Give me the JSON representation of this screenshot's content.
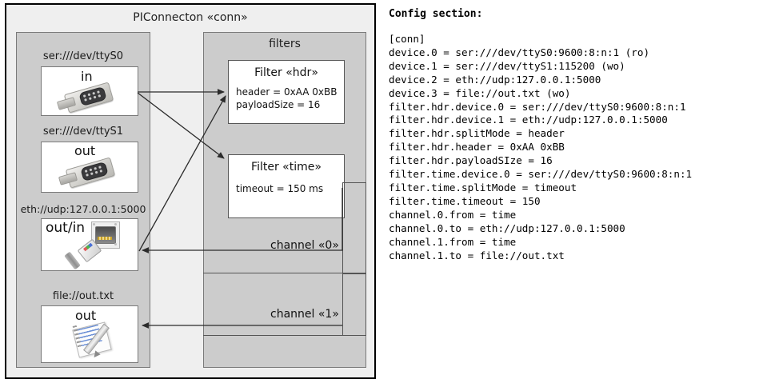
{
  "diagram": {
    "title": "PIConnecton «conn»",
    "devices_panel": {
      "title": "",
      "devices": [
        {
          "label": "ser:///dev/ttyS0",
          "io": "in",
          "icon": "serial-db9-icon"
        },
        {
          "label": "ser:///dev/ttyS1",
          "io": "out",
          "icon": "serial-db9-icon"
        },
        {
          "label": "eth://udp:127.0.0.1:5000",
          "io": "out/in",
          "icon": "ethernet-rj45-icon"
        },
        {
          "label": "file://out.txt",
          "io": "out",
          "icon": "notepad-file-icon"
        }
      ]
    },
    "filters_panel": {
      "title": "filters",
      "filters": [
        {
          "title": "Filter «hdr»",
          "props": [
            "header = 0xAA 0xBB",
            "payloadSize = 16"
          ]
        },
        {
          "title": "Filter «time»",
          "props": [
            "timeout = 150 ms"
          ]
        }
      ],
      "channels": [
        {
          "label": "channel «0»"
        },
        {
          "label": "channel «1»"
        }
      ]
    }
  },
  "config": {
    "heading": "Config section:",
    "lines": [
      "[conn]",
      "device.0 = ser:///dev/ttyS0:9600:8:n:1 (ro)",
      "device.1 = ser:///dev/ttyS1:115200 (wo)",
      "device.2 = eth://udp:127.0.0.1:5000",
      "device.3 = file://out.txt (wo)",
      "filter.hdr.device.0 = ser:///dev/ttyS0:9600:8:n:1",
      "filter.hdr.device.1 = eth://udp:127.0.0.1:5000",
      "filter.hdr.splitMode = header",
      "filter.hdr.header = 0xAA 0xBB",
      "filter.hdr.payloadSIze = 16",
      "filter.time.device.0 = ser:///dev/ttyS0:9600:8:n:1",
      "filter.time.splitMode = timeout",
      "filter.time.timeout = 150",
      "channel.0.from = time",
      "channel.0.to = eth://udp:127.0.0.1:5000",
      "channel.1.from = time",
      "channel.1.to = file://out.txt"
    ]
  },
  "colors": {
    "page_bg": "#ffffff",
    "diagram_bg": "#efefef",
    "panel_bg": "#cccccc",
    "box_bg": "#ffffff",
    "border_dark": "#000000",
    "border_gray": "#7a7a7a",
    "wire": "#333333"
  }
}
